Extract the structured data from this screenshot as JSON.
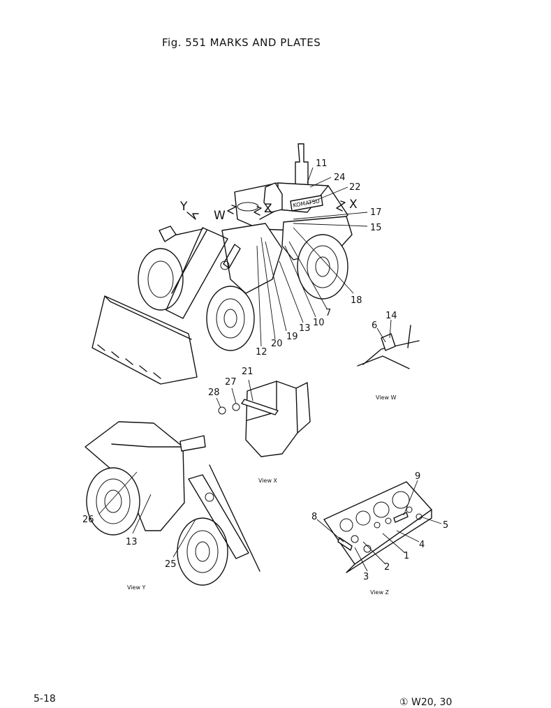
{
  "title": "Fig. 551 MARKS AND PLATES",
  "page_number": "5-18",
  "model_ref": "① W20, 30",
  "views": {
    "w": "View W",
    "x": "View X",
    "y": "View Y",
    "z": "View Z"
  },
  "view_letters": {
    "y": "Y",
    "w": "W",
    "z": "Z",
    "x": "X"
  },
  "brand_plate": "KOMATSU",
  "main_callouts": [
    "11",
    "24",
    "22",
    "17",
    "15",
    "18",
    "7",
    "10",
    "13",
    "19",
    "20",
    "12"
  ],
  "view_w_callouts": [
    "14",
    "6"
  ],
  "view_x_callouts": [
    "21",
    "27",
    "28"
  ],
  "view_y_callouts": [
    "26",
    "13",
    "25"
  ],
  "view_z_callouts": [
    "9",
    "8",
    "5",
    "4",
    "1",
    "2",
    "3"
  ]
}
